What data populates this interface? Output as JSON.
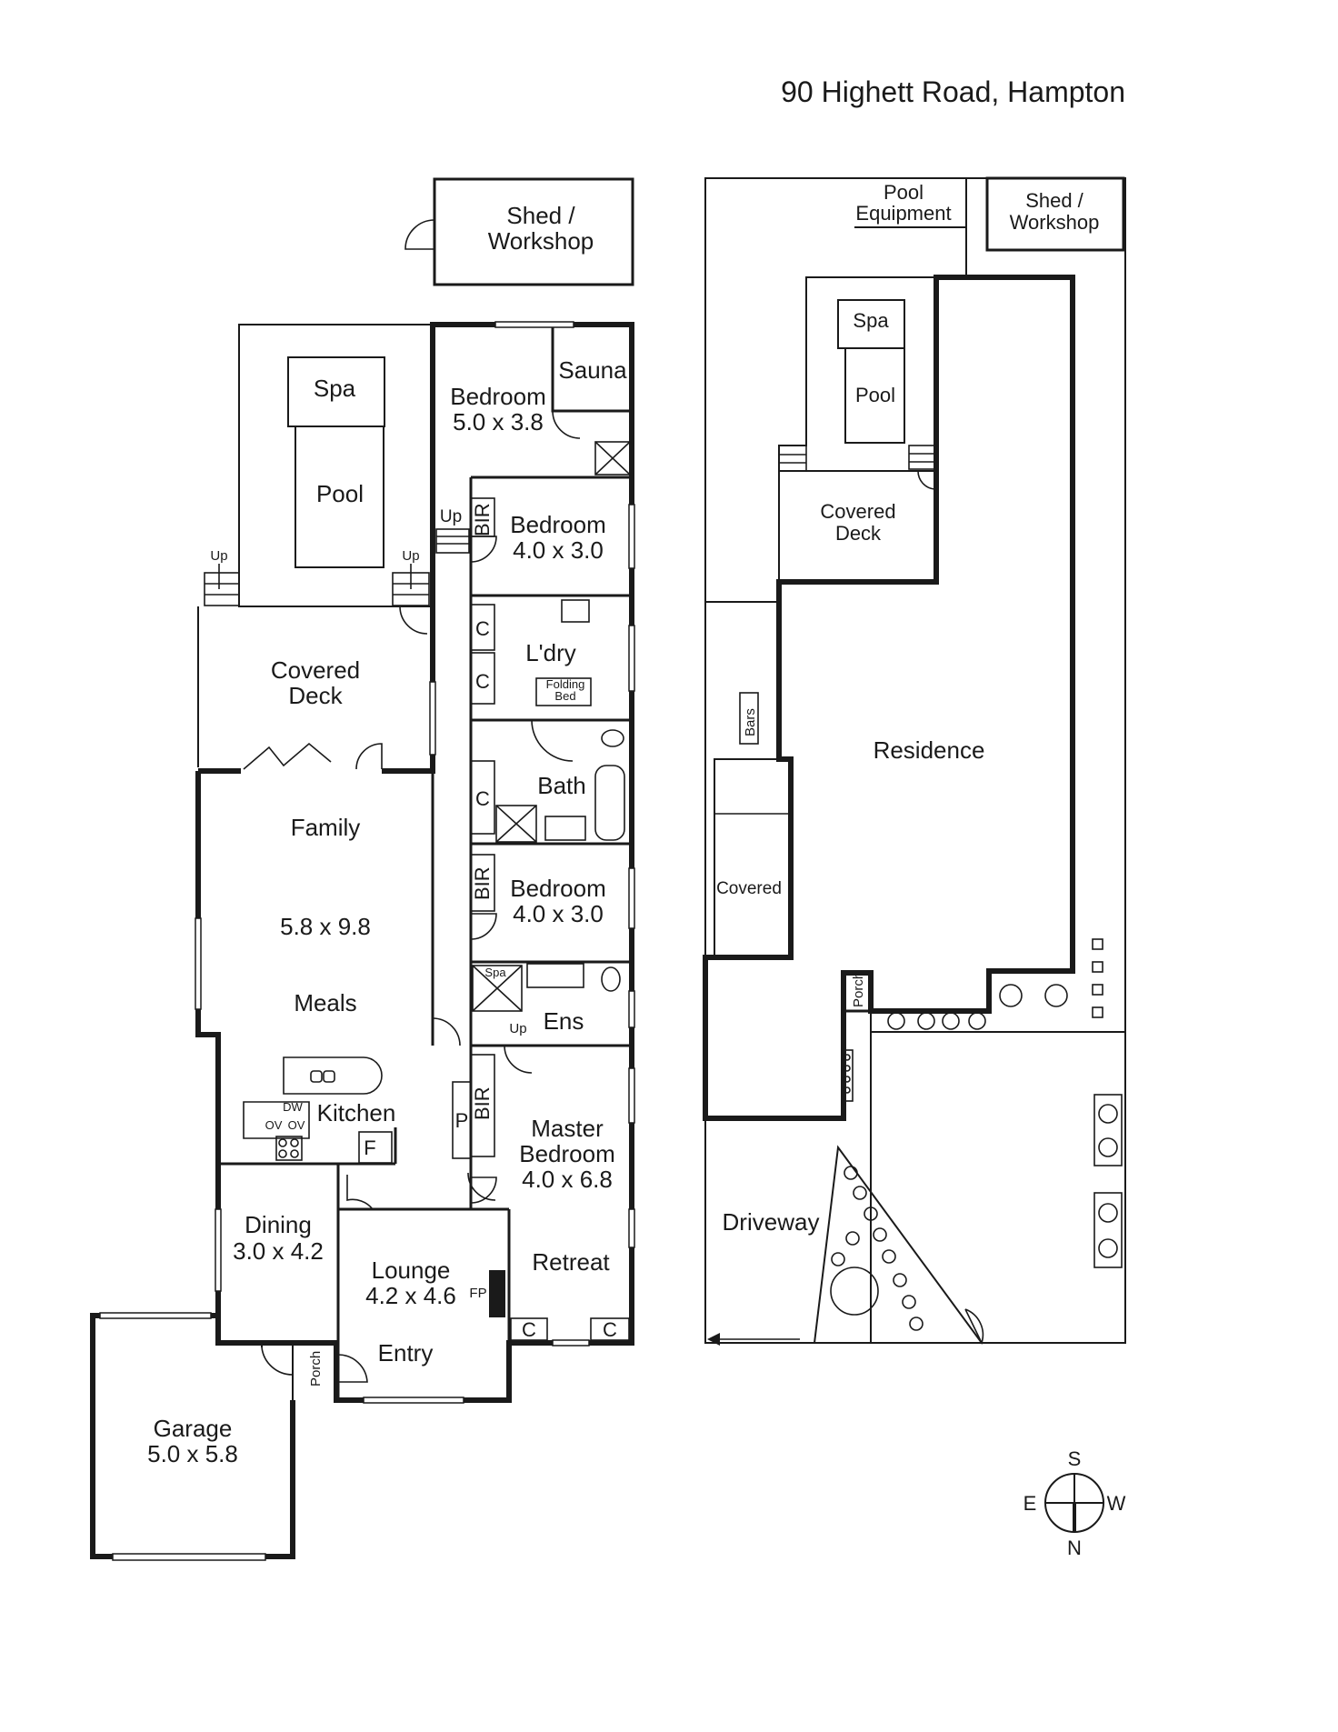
{
  "title": "90 Highett Road, Hampton",
  "ground_plan": {
    "rooms": {
      "shed_workshop": [
        "Shed /",
        "Workshop"
      ],
      "spa": "Spa",
      "pool": "Pool",
      "up_left": "Up",
      "up_right": "Up",
      "covered_deck": [
        "Covered",
        "Deck"
      ],
      "bedroom_1": [
        "Bedroom",
        "5.0 x 3.8"
      ],
      "sauna": "Sauna",
      "up_hall": "Up",
      "bir_1": "BIR",
      "bedroom_2": [
        "Bedroom",
        "4.0 x 3.0"
      ],
      "c_1": "C",
      "c_2": "C",
      "laundry": "L'dry",
      "folding_bed": [
        "Folding",
        "Bed"
      ],
      "c_3": "C",
      "bath": "Bath",
      "bir_2": "BIR",
      "bedroom_3": [
        "Bedroom",
        "4.0 x 3.0"
      ],
      "family": "Family",
      "family_dims": "5.8 x 9.8",
      "meals": "Meals",
      "spa_small": "Spa",
      "ens": "Ens",
      "up_ens": "Up",
      "bir_3": "BIR",
      "pantry": "P",
      "dw": "DW",
      "ov1": "OV",
      "ov2": "OV",
      "kitchen": "Kitchen",
      "fridge": "F",
      "master_bedroom": [
        "Master",
        "Bedroom",
        "4.0 x 6.8"
      ],
      "dining": [
        "Dining",
        "3.0 x 4.2"
      ],
      "lounge": [
        "Lounge",
        "4.2 x 4.6"
      ],
      "fp": "FP",
      "retreat": "Retreat",
      "c_4": "C",
      "c_5": "C",
      "porch": "Porch",
      "entry": "Entry",
      "garage": [
        "Garage",
        "5.0 x 5.8"
      ]
    }
  },
  "site_plan": {
    "labels": {
      "pool_equipment": [
        "Pool",
        "Equipment"
      ],
      "shed_workshop": [
        "Shed /",
        "Workshop"
      ],
      "spa": "Spa",
      "pool": "Pool",
      "covered_deck": [
        "Covered",
        "Deck"
      ],
      "bars": "Bars",
      "residence": "Residence",
      "covered": "Covered",
      "porch": "Porch",
      "driveway": "Driveway"
    }
  },
  "compass": {
    "s": "S",
    "e": "E",
    "w": "W",
    "n": "N"
  }
}
